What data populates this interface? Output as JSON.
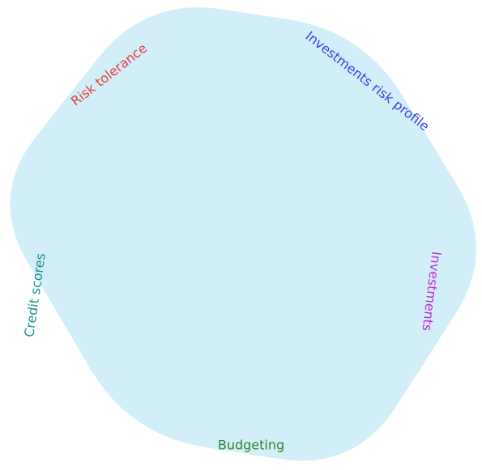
{
  "diagram": {
    "shape_fill": "#d2eef9",
    "labels": {
      "risk_tolerance": {
        "text": "Risk tolerance",
        "color": "#e8403f"
      },
      "investments_risk_profile": {
        "text": "Investments risk profile",
        "color": "#3b3fe6"
      },
      "investments": {
        "text": "Investments",
        "color": "#c42ad4"
      },
      "budgeting": {
        "text": "Budgeting",
        "color": "#2a8a2a"
      },
      "credit_scores": {
        "text": "Credit scores",
        "color": "#17948a"
      }
    }
  }
}
